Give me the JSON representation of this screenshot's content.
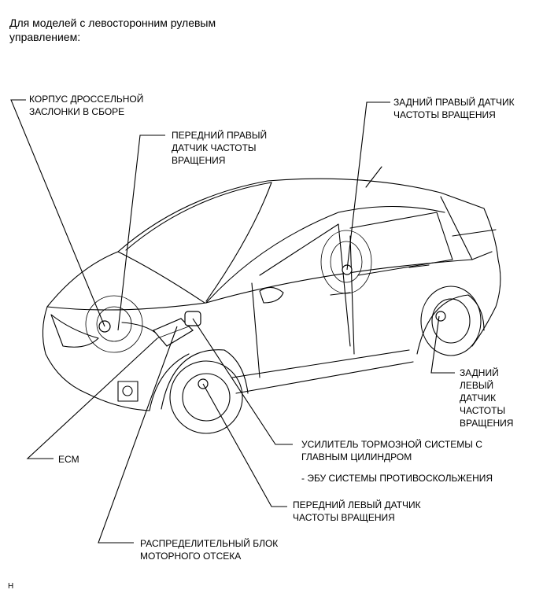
{
  "header": {
    "line1": "Для моделей с левосторонним рулевым",
    "line2": "управлением:"
  },
  "labels": {
    "throttle": [
      "КОРПУС ДРОССЕЛЬНОЙ",
      "ЗАСЛОНКИ В СБОРЕ"
    ],
    "front_right": [
      "ПЕРЕДНИЙ ПРАВЫЙ",
      "ДАТЧИК ЧАСТОТЫ",
      "ВРАЩЕНИЯ"
    ],
    "rear_right": [
      "ЗАДНИЙ ПРАВЫЙ ДАТЧИК",
      "ЧАСТОТЫ ВРАЩЕНИЯ"
    ],
    "rear_left": [
      "ЗАДНИЙ",
      "ЛЕВЫЙ",
      "ДАТЧИК",
      "ЧАСТОТЫ",
      "ВРАЩЕНИЯ"
    ],
    "booster": [
      "УСИЛИТЕЛЬ ТОРМОЗНОЙ СИСТЕМЫ С",
      "ГЛАВНЫМ ЦИЛИНДРОМ"
    ],
    "abs_ecu": "- ЭБУ СИСТЕМЫ ПРОТИВОСКОЛЬЖЕНИЯ",
    "front_left": [
      "ПЕРЕДНИЙ ЛЕВЫЙ ДАТЧИК",
      "ЧАСТОТЫ ВРАЩЕНИЯ"
    ],
    "ecm": "ECM",
    "junction": [
      "РАСПРЕДЕЛИТЕЛЬНЫЙ БЛОК",
      "МОТОРНОГО ОТСЕКА"
    ]
  },
  "footer_code": "H"
}
